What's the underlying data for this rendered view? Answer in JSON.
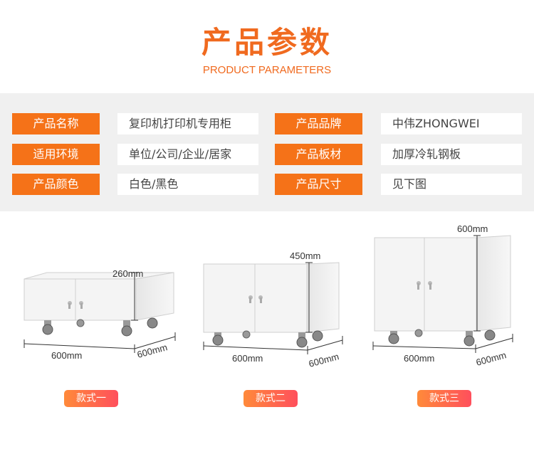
{
  "header": {
    "title": "产品参数",
    "subtitle": "PRODUCT PARAMETERS"
  },
  "params": [
    {
      "label": "产品名称",
      "value": "复印机打印机专用柜"
    },
    {
      "label": "产品品牌",
      "value": "中伟ZHONGWEI"
    },
    {
      "label": "适用环境",
      "value": "单位/公司/企业/居家"
    },
    {
      "label": "产品板材",
      "value": "加厚冷轧钢板"
    },
    {
      "label": "产品颜色",
      "value": "白色/黑色"
    },
    {
      "label": "产品尺寸",
      "value": "见下图"
    }
  ],
  "styles": [
    {
      "name": "款式一",
      "height": "260mm",
      "width": "600mm",
      "depth": "600mm"
    },
    {
      "name": "款式二",
      "height": "450mm",
      "width": "600mm",
      "depth": "600mm"
    },
    {
      "name": "款式三",
      "height": "600mm",
      "width": "600mm",
      "depth": "600mm"
    }
  ],
  "colors": {
    "accent": "#f57218",
    "title": "#f06a1f",
    "band": "#f0f0f0"
  }
}
